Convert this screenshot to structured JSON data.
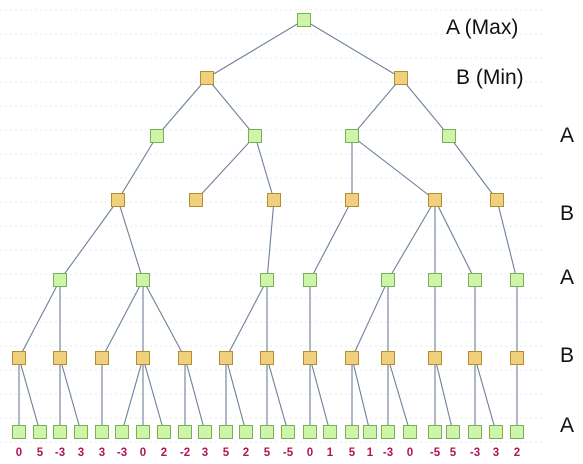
{
  "levels": [
    {
      "label": "A (Max)",
      "player": "A",
      "role": "max"
    },
    {
      "label": "B (Min)",
      "player": "B",
      "role": "min"
    },
    {
      "label": "A",
      "player": "A",
      "role": "max"
    },
    {
      "label": "B",
      "player": "B",
      "role": "min"
    },
    {
      "label": "A",
      "player": "A",
      "role": "max"
    },
    {
      "label": "B",
      "player": "B",
      "role": "min"
    },
    {
      "label": "A",
      "player": "A",
      "role": "max"
    }
  ],
  "leaf_values": [
    "0",
    "5",
    "-3",
    "3",
    "3",
    "-3",
    "0",
    "2",
    "-2",
    "3",
    "5",
    "2",
    "5",
    "-5",
    "0",
    "1",
    "5",
    "1",
    "-3",
    "0",
    "-5",
    "5",
    "-3",
    "3",
    "2"
  ],
  "colors": {
    "max_node_fill": "#ccf5a8",
    "min_node_fill": "#f0d07c",
    "edge": "#6f7f9a",
    "leaf_value_text": "#b0155a",
    "grid": "#e6ebf2"
  }
}
